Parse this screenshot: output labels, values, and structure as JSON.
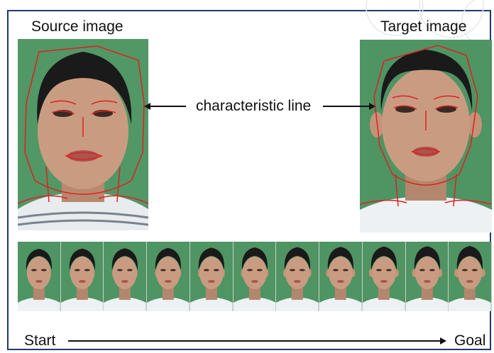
{
  "figure": {
    "source_label": "Source image",
    "target_label": "Target image",
    "characteristic_label": "characteristic line",
    "start_label": "Start",
    "goal_label": "Goal"
  },
  "morph_sequence": {
    "frame_count": 11
  },
  "colors": {
    "frame_border": "#1f3a6e",
    "background_green": "#4f9463",
    "characteristic_line": "#e02020",
    "hair": "#1a1a1a",
    "skin": "#c99c82"
  }
}
